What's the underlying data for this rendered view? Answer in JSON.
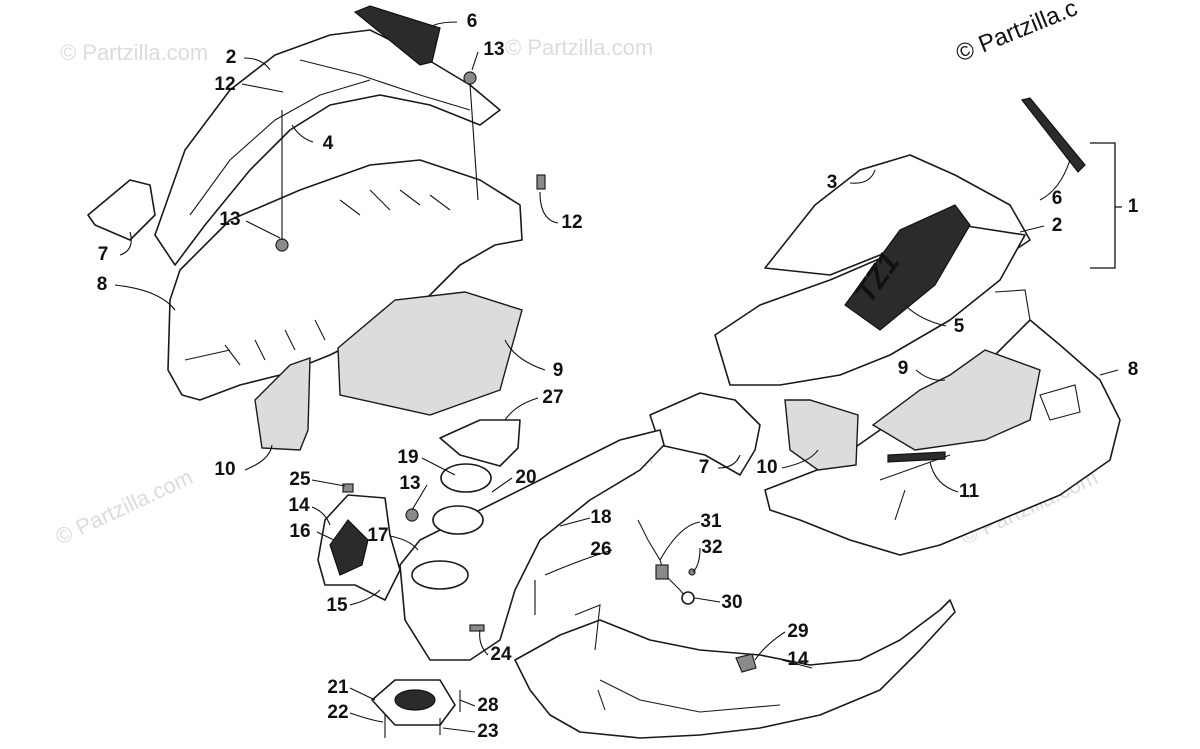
{
  "watermark": {
    "text": "© Partzilla.com",
    "corner_text": "© Partzilla.c"
  },
  "logo": {
    "text": "TZ1"
  },
  "callouts": {
    "c1": "1",
    "c2a": "2",
    "c2b": "2",
    "c3": "3",
    "c4": "4",
    "c5": "5",
    "c6a": "6",
    "c6b": "6",
    "c7a": "7",
    "c7b": "7",
    "c8a": "8",
    "c8b": "8",
    "c9a": "9",
    "c9b": "9",
    "c10a": "10",
    "c10b": "10",
    "c11": "11",
    "c12a": "12",
    "c12b": "12",
    "c13a": "13",
    "c13b": "13",
    "c13c": "13",
    "c14a": "14",
    "c14b": "14",
    "c15": "15",
    "c16": "16",
    "c17": "17",
    "c18": "18",
    "c19": "19",
    "c20": "20",
    "c21": "21",
    "c22": "22",
    "c23": "23",
    "c24": "24",
    "c25": "25",
    "c26": "26",
    "c27": "27",
    "c28": "28",
    "c29": "29",
    "c30": "30",
    "c31": "31",
    "c32": "32"
  }
}
